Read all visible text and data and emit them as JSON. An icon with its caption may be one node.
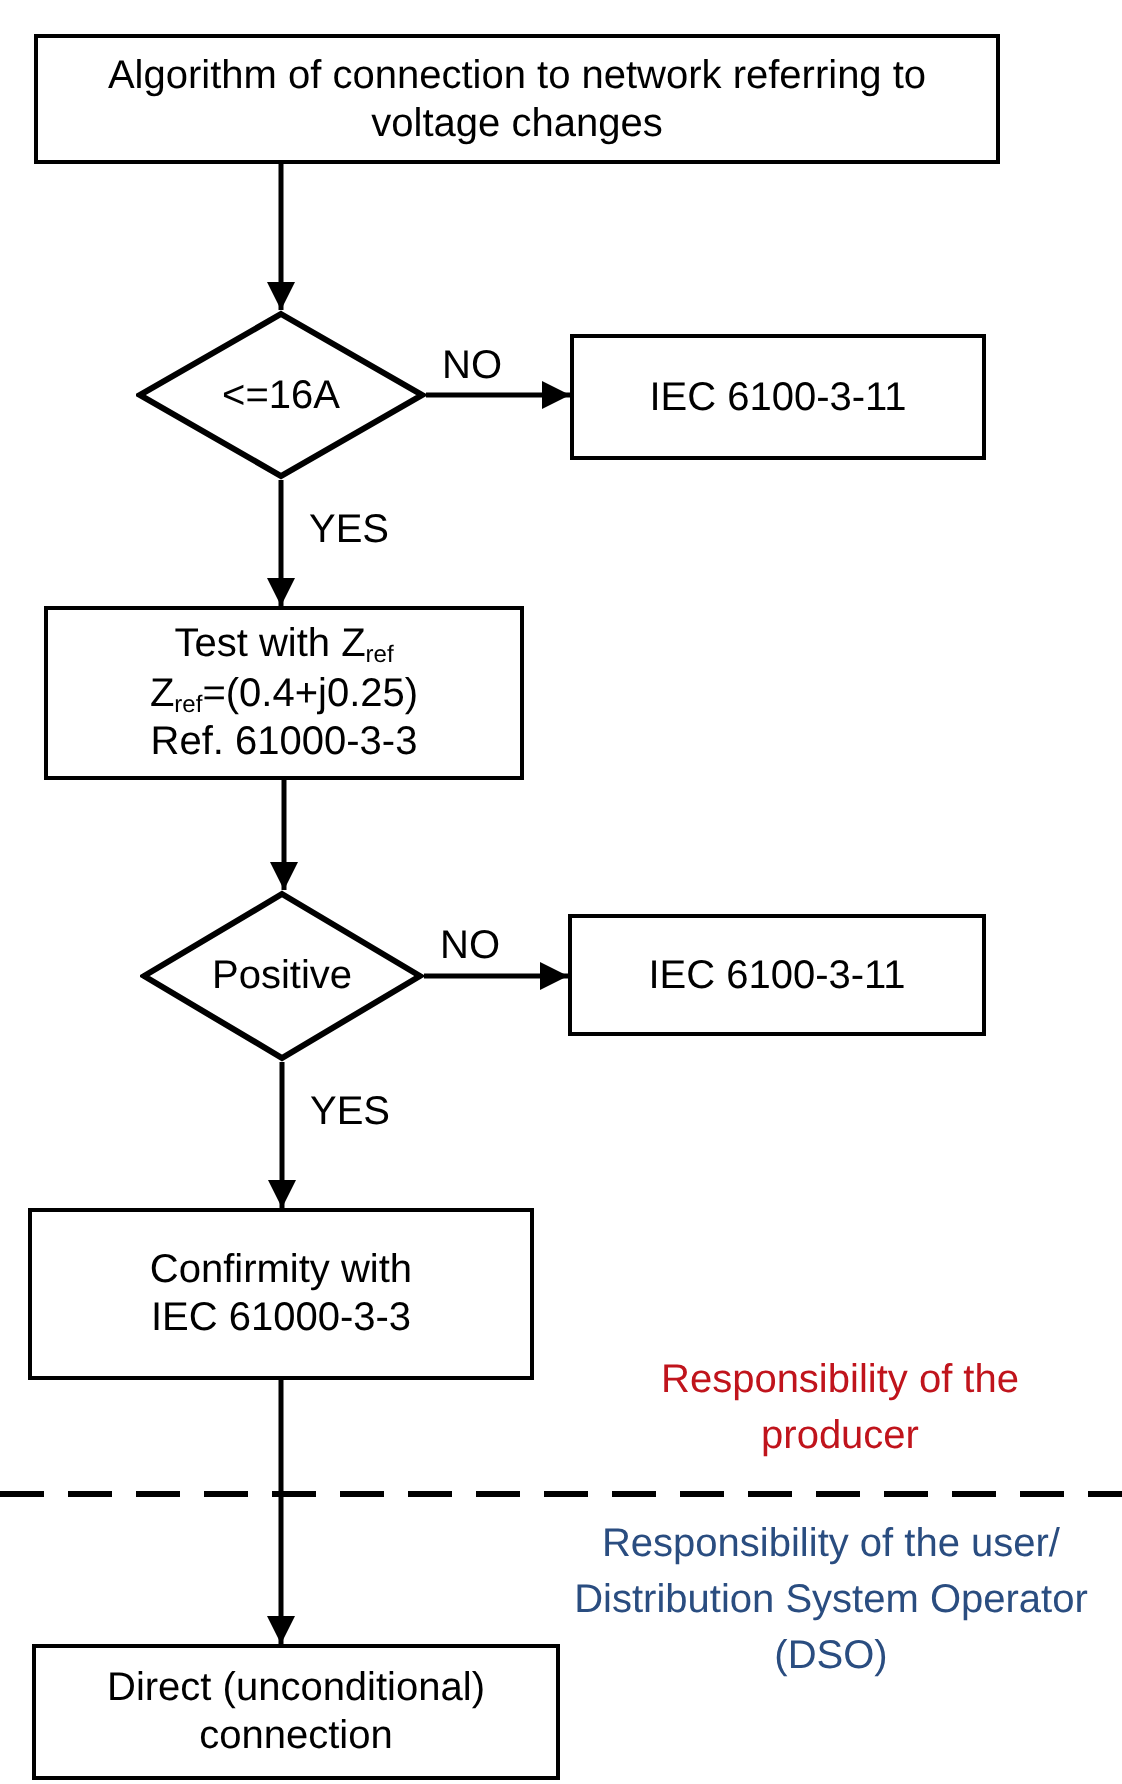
{
  "diagram": {
    "nodes": [
      {
        "text": [
          "Algorithm of connection to network referring to voltage changes"
        ]
      },
      {
        "text": [
          "<=16A"
        ]
      },
      {
        "text": [
          "IEC 6100-3-11"
        ]
      },
      {
        "text": [
          "Test with Z$_{ref}$",
          "Z$_{ref}$=(0.4+j0.25)",
          "Ref. 61000-3-3"
        ]
      },
      {
        "text": [
          "Positive"
        ]
      },
      {
        "text": [
          "IEC 6100-3-11"
        ]
      },
      {
        "text": [
          "Confirmity with IEC 61000-3-3"
        ]
      },
      {
        "text": [
          "Direct (unconditional) connection"
        ]
      }
    ],
    "edges": [
      {
        "from": 0,
        "to": 1,
        "arrow": "to"
      },
      {
        "from": 1,
        "to": 2,
        "arrow": "to",
        "label": "NO"
      },
      {
        "from": 1,
        "to": 3,
        "arrow": "to",
        "label": "YES"
      },
      {
        "from": 3,
        "to": 4,
        "arrow": "to"
      },
      {
        "from": 4,
        "to": 5,
        "arrow": "to",
        "label": "NO"
      },
      {
        "from": 4,
        "to": 6,
        "arrow": "to",
        "label": "YES"
      },
      {
        "from": 6,
        "to": 7,
        "arrow": "to"
      }
    ],
    "labels": [
      "Responsibility of the producer",
      "Responsibility of the user/ Distribution System Operator (DSO)"
    ]
  }
}
